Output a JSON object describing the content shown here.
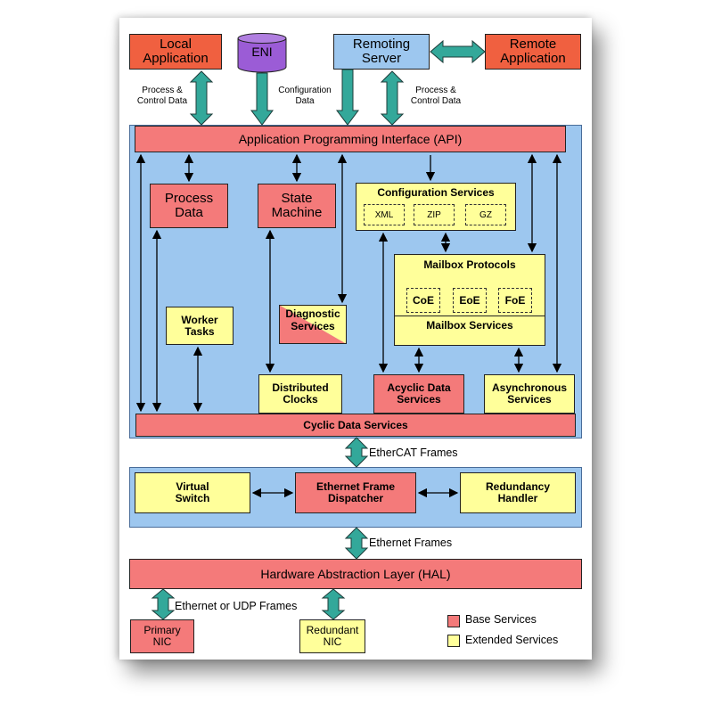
{
  "diagram": {
    "top": {
      "local_app": "Local\nApplication",
      "eni": "ENI",
      "remoting_server": "Remoting\nServer",
      "remote_app": "Remote\nApplication",
      "label_process_left": "Process &\nControl Data",
      "label_configuration": "Configuration\nData",
      "label_process_right": "Process &\nControl Data"
    },
    "api_block": {
      "api": "Application Programming Interface (API)",
      "process_data": "Process\nData",
      "state_machine": "State\nMachine",
      "config_services": "Configuration Services",
      "config_formats": [
        "XML",
        "ZIP",
        "GZ"
      ],
      "mailbox_protocols": "Mailbox Protocols",
      "mailbox_protos": [
        "CoE",
        "EoE",
        "FoE"
      ],
      "mailbox_services": "Mailbox Services",
      "worker_tasks": "Worker\nTasks",
      "diagnostic_services": "Diagnostic\nServices",
      "distributed_clocks": "Distributed\nClocks",
      "acyclic_data": "Acyclic Data\nServices",
      "asynchronous": "Asynchronous\nServices",
      "cyclic_data": "Cyclic Data Services"
    },
    "ethercat_frames": "EtherCAT Frames",
    "switch_block": {
      "virtual_switch": "Virtual\nSwitch",
      "frame_dispatcher": "Ethernet Frame\nDispatcher",
      "redundancy_handler": "Redundancy\nHandler"
    },
    "ethernet_frames": "Ethernet Frames",
    "hal": "Hardware Abstraction Layer (HAL)",
    "eth_udp_frames": "Ethernet or UDP Frames",
    "primary_nic": "Primary\nNIC",
    "redundant_nic": "Redundant\nNIC",
    "legend": {
      "base": "Base Services",
      "extended": "Extended Services",
      "base_color": "#f47a7a",
      "extended_color": "#ffff9a"
    }
  }
}
